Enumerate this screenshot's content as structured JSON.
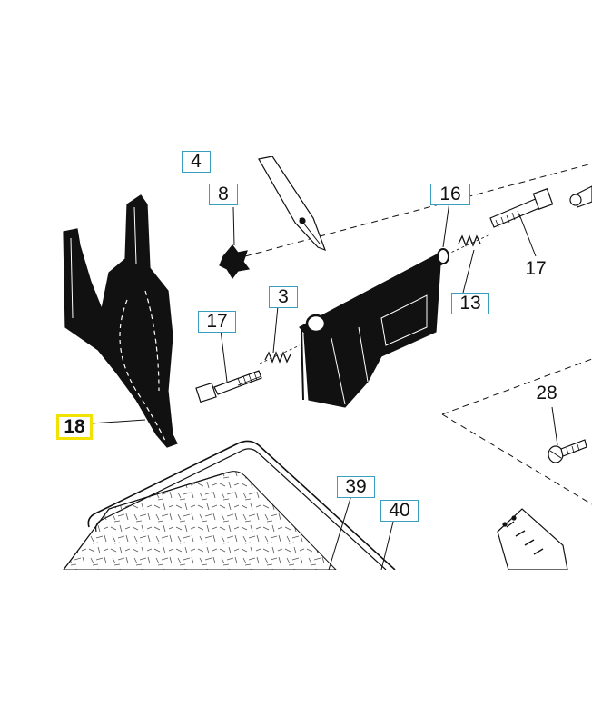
{
  "callouts": {
    "c4": "4",
    "c8": "8",
    "c16": "16",
    "c17_right": "17",
    "c13": "13",
    "c3": "3",
    "c17_left": "17",
    "c28": "28",
    "c18": "18",
    "c39": "39",
    "c40": "40"
  },
  "colors": {
    "callout_border": "#3a9fbf",
    "highlight_border": "#f2e200",
    "ink": "#111111"
  }
}
